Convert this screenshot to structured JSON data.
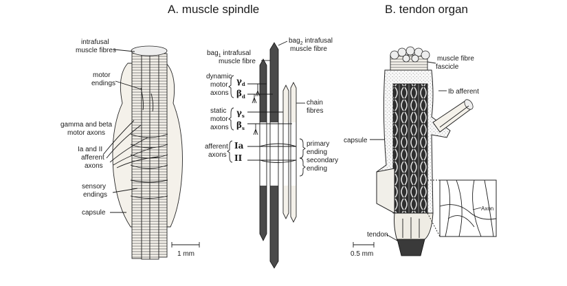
{
  "panel_a": {
    "title": "A. muscle spindle",
    "labels": {
      "intrafusal": "intrafusal",
      "muscle_fibres": "muscle fibres",
      "motor": "motor",
      "endings": "endings",
      "gamma_beta": "gamma and beta",
      "motor_axons": "motor axons",
      "ia_and_ii": "Ia and II",
      "afferent": "afferent",
      "axons": "axons",
      "sensory": "sensory",
      "sensory_endings": "endings",
      "capsule": "capsule"
    },
    "scale_bar": "1 mm"
  },
  "panel_a_detail": {
    "bag1": "bag",
    "bag1_sub": "1",
    "bag1_rest": " intrafusal",
    "bag1_line2": "muscle fibre",
    "bag2": "bag",
    "bag2_sub": "2",
    "bag2_rest": " intrafusal",
    "bag2_line2": "muscle fibre",
    "dynamic": "dynamic",
    "dynamic_motor": "motor",
    "dynamic_axons": "axons",
    "gamma_d": "γ",
    "gamma_d_sub": "d",
    "beta_d": "β",
    "beta_d_sub": "d",
    "static": "static",
    "static_motor": "motor",
    "static_axons": "axons",
    "gamma_s": "γ",
    "gamma_s_sub": "s",
    "beta_s": "β",
    "beta_s_sub": "s",
    "chain": "chain",
    "chain_fibres": "fibres",
    "afferent": "afferent",
    "afferent_axons": "axons",
    "ia": "Ia",
    "ii": "II",
    "primary": "primary",
    "primary_ending": "ending",
    "secondary": "secondary",
    "secondary_ending": "ending"
  },
  "panel_b": {
    "title": "B. tendon organ",
    "labels": {
      "muscle_fibre": "muscle fibre",
      "fascicle": "fascicle",
      "ib_afferent": "Ib afferent",
      "capsule": "capsule",
      "axon": "Axon",
      "tendon": "tendon"
    },
    "scale_bar": "0.5 mm"
  }
}
